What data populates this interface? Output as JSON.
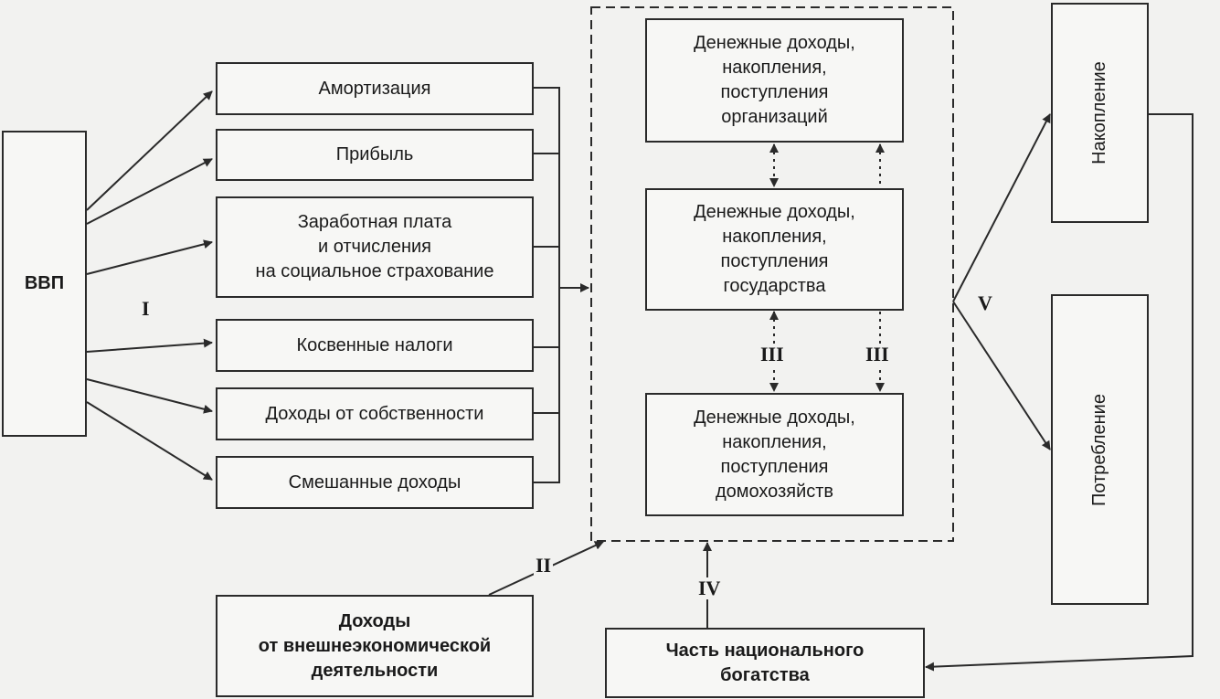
{
  "gdp": "ВВП",
  "income_sources": [
    "Амортизация",
    "Прибыль",
    "Заработная плата\nи отчисления\nна социальное страхование",
    "Косвенные налоги",
    "Доходы от собственности",
    "Смешанные доходы"
  ],
  "foreign_income": "Доходы\nот внешнеэкономической\nдеятельности",
  "sectors": [
    "Денежные доходы,\nнакопления,\nпоступления\nорганизаций",
    "Денежные доходы,\nнакопления,\nпоступления\nгосударства",
    "Денежные доходы,\nнакопления,\nпоступления\nдомохозяйств"
  ],
  "national_wealth": "Часть национального\nбогатства",
  "outcomes": {
    "accumulation": "Накопление",
    "consumption": "Потребление"
  },
  "stage_labels": {
    "I": "I",
    "II": "II",
    "III_left": "III",
    "III_right": "III",
    "IV": "IV",
    "V": "V"
  },
  "colors": {
    "line": "#2a2a2a",
    "box_fill": "#f7f7f5",
    "background": "#f2f2f0"
  }
}
